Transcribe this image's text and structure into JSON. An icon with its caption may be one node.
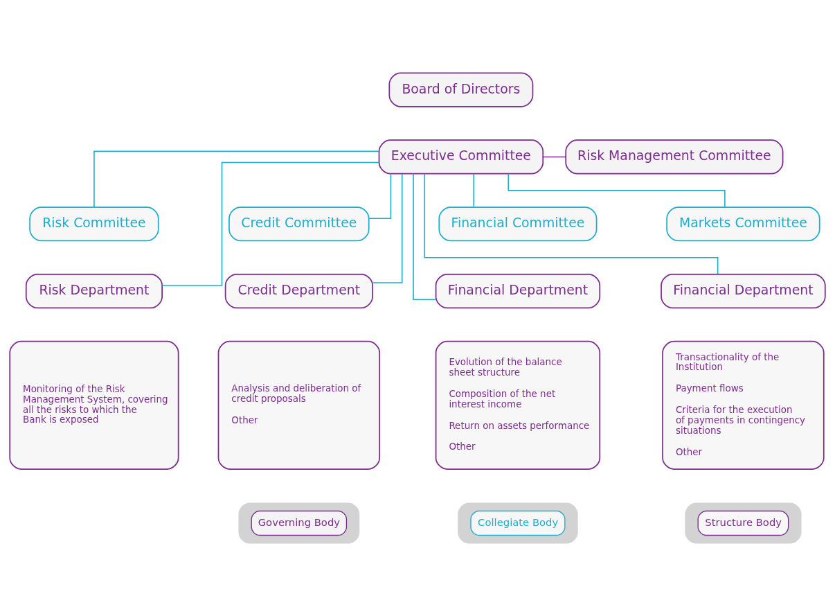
{
  "diagram": {
    "nodes": [
      {
        "text": [
          "Board of Directors"
        ]
      },
      {
        "text": [
          "Executive Committee"
        ]
      },
      {
        "text": [
          "Risk Management Committee"
        ]
      },
      {
        "text": [
          "Risk Committee"
        ]
      },
      {
        "text": [
          "Credit Committee"
        ]
      },
      {
        "text": [
          "Financial Committee"
        ]
      },
      {
        "text": [
          "Markets Committee"
        ]
      },
      {
        "text": [
          "Risk Department"
        ]
      },
      {
        "text": [
          "Credit Department"
        ]
      },
      {
        "text": [
          "Financial Department"
        ]
      },
      {
        "text": [
          "Financial Department"
        ]
      },
      {
        "text": [
          "Monitoring of the Risk Management System, covering all the risks to which the Bank is exposed"
        ]
      },
      {
        "text": [
          "Analysis and deliberation of credit proposals",
          "Other"
        ]
      },
      {
        "text": [
          "Evolution of the balance sheet structure",
          "Composition of the net interest income",
          "Return on assets performance",
          "Other"
        ]
      },
      {
        "text": [
          "Transactionality of the Institution",
          "Payment flows",
          "Criteria for the execution of payments in contingency situations",
          "Other"
        ]
      }
    ],
    "edges": [
      {
        "from": 1,
        "to": 2,
        "arrow": "none",
        "color": "#7b2d8e"
      },
      {
        "from": 1,
        "to": 3,
        "arrow": "none"
      },
      {
        "from": 1,
        "to": 4,
        "arrow": "none"
      },
      {
        "from": 1,
        "to": 5,
        "arrow": "none"
      },
      {
        "from": 1,
        "to": 6,
        "arrow": "none"
      },
      {
        "from": 1,
        "to": 7,
        "arrow": "none"
      },
      {
        "from": 1,
        "to": 8,
        "arrow": "none"
      },
      {
        "from": 1,
        "to": 9,
        "arrow": "none"
      },
      {
        "from": 1,
        "to": 10,
        "arrow": "none"
      }
    ],
    "legend": [
      {
        "text": "Governing Body"
      },
      {
        "text": "Collegiate Body"
      },
      {
        "text": "Structure Body"
      }
    ]
  }
}
